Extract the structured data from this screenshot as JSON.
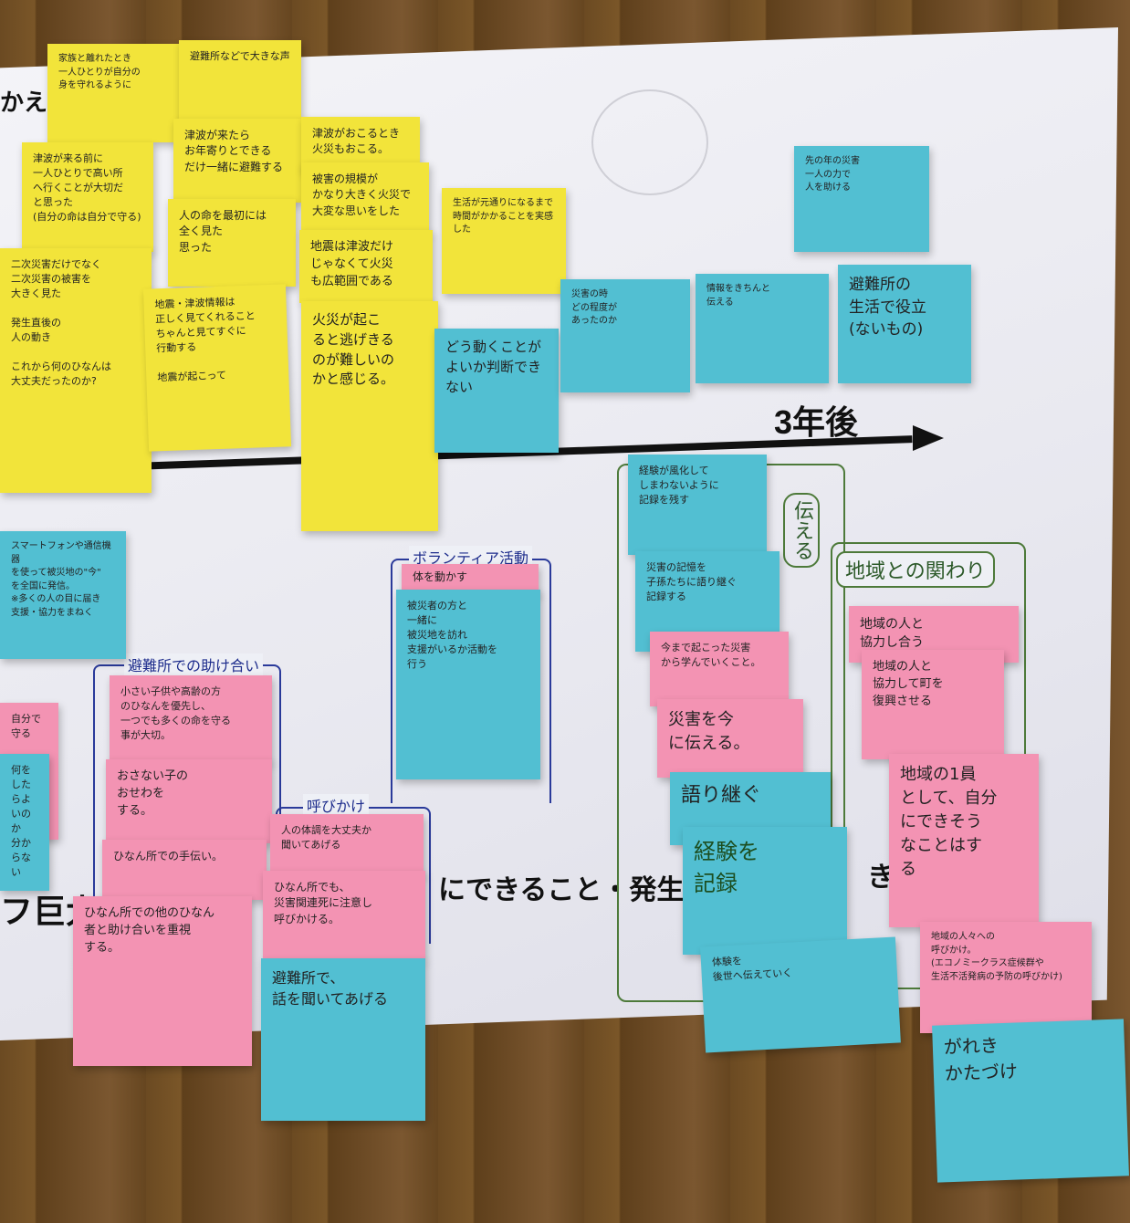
{
  "board": {
    "axis_label": "3年後",
    "printed_left_top": "かえ",
    "printed_bottom_left": "フ巨大",
    "printed_bottom_center": "にできること・発生",
    "printed_bottom_right": "きる"
  },
  "headings": {
    "volunteer": "ボランティア活動",
    "shelter_help": "避難所での助け合い",
    "call_out": "呼びかけ",
    "community": "地域との関わり",
    "convey": "伝える"
  },
  "yellow_notes": {
    "n1": "家族と離れたとき\n一人ひとりが自分の\n身を守れるように",
    "n2": "津波が来る前に\n一人ひとりで高い所\nへ行くことが大切だ\nと思った\n(自分の命は自分で守る)",
    "n3": "二次災害だけでなく\n二次災害の被害を\n大きく見た\n\n発生直後の\n人の動き\n\nこれから何のひなんは\n大丈夫だったのか?",
    "n4": "避難所などで大きな声",
    "n5": "津波が来たら\nお年寄りとできる\nだけ一緒に避難する",
    "n6": "人の命を最初には\n全く見た\n思った",
    "n7": "地震・津波情報は\n正しく見てくれること\nちゃんと見てすぐに\n行動する\n\n地震が起こって",
    "n8": "津波がおこるとき\n火災もおこる。",
    "n9": "被害の規模が\nかなり大きく火災で\n大変な思いをした",
    "n10": "地震は津波だけ\nじゃなくて火災\nも広範囲である",
    "n11": "火災が起こ\nると逃げきる\nのが難しいの\nかと感じる。",
    "n12": "生活が元通りになるまで\n時間がかかることを実感した"
  },
  "blue_notes": {
    "b1": "何をしたらよいのか\n分からない",
    "b2": "先の年の災害\n一人の力で\n人を助ける",
    "b3": "災害の時\nどの程度が\nあったのか",
    "b4": "情報をきちんと\n伝える",
    "b5": "どう動くことがよいか判断できない",
    "b6": "避難所の\n生活で役立\n(ないもの)",
    "b7": "スマートフォンや通信機器\nを使って被災地の\"今\"\nを全国に発信。\n※多くの人の目に届き\n支援・協力をまねく",
    "b8": "被災者の方と\n一緒に\n被災地を訪れ\n支援がいるか活動を\n行う",
    "b9": "経験が風化して\nしまわないように\n記録を残す",
    "b10": "災害の記憶を\n子孫たちに語り継ぐ\n記録する",
    "b11": "避難所で、\n話を聞いてあげる",
    "b12": "語り継ぐ",
    "b13": "経験を\n記録",
    "b14": "体験を\n後世へ伝えていく",
    "b15": "がれき\nかたづけ"
  },
  "pink_notes": {
    "p1": "体を動かす",
    "p2": "小さい子供や高齢の方\nのひなんを優先し、\n一つでも多くの命を守る\n事が大切。",
    "p3": "おさない子の\nおせわを\nする。",
    "p4": "ひなん所での手伝い。",
    "p5": "ひなん所での他のひなん\n者と助け合いを重視\nする。",
    "p6": "人の体調を大丈夫か\n聞いてあげる",
    "p7": "ひなん所でも、\n災害関連死に注意し\n呼びかける。",
    "p8": "今まで起こった災害\nから学んでいくこと。",
    "p9": "災害を今\nに伝える。",
    "p10": "地域の人と\n協力し合う",
    "p11": "地域の人と\n協力して町を\n復興させる",
    "p12": "地域の1員\nとして、自分\nにできそう\nなことはす\nる",
    "p13": "地域の人々への\n呼びかけ。\n(エコノミークラス症候群や\n生活不活発病の予防の呼びかけ)",
    "p14": "自分で守る"
  },
  "colors": {
    "yellow": "#f2e43a",
    "blue": "#52bfd2",
    "pink": "#f393b3",
    "paper": "#ececf2",
    "wood": "#6b4a22",
    "pen_blue": "#2a3a9a",
    "pen_green": "#4d7a3a"
  }
}
